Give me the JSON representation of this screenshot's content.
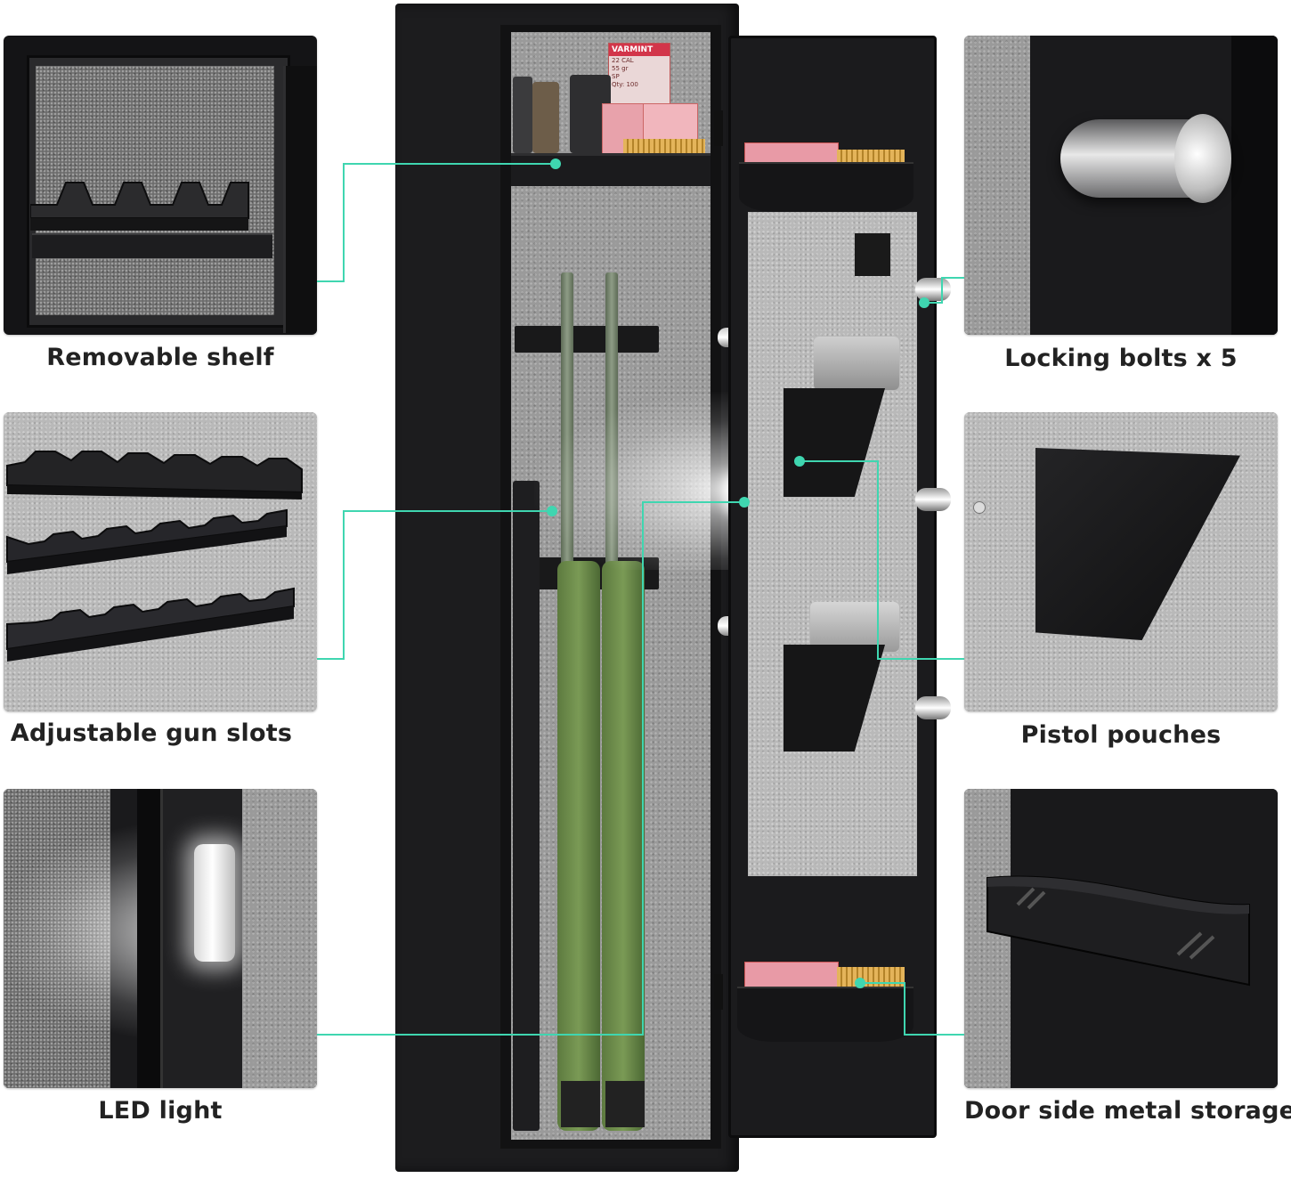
{
  "features": {
    "removable_shelf": "Removable shelf",
    "locking_bolts": "Locking bolts x 5",
    "adjustable_gun_slots": "Adjustable gun slots",
    "pistol_pouches": "Pistol pouches",
    "led_light": "LED light",
    "door_storage_box": "Door side metal storage box"
  },
  "ammo_box": {
    "brand": "VARMINT",
    "lines": [
      "22 CAL",
      "55 gr",
      "SP",
      "Qty: 100"
    ]
  },
  "colors": {
    "accent": "#3fd6b0",
    "safe_body": "#1c1c1e",
    "felt": "#9a9a9a"
  }
}
